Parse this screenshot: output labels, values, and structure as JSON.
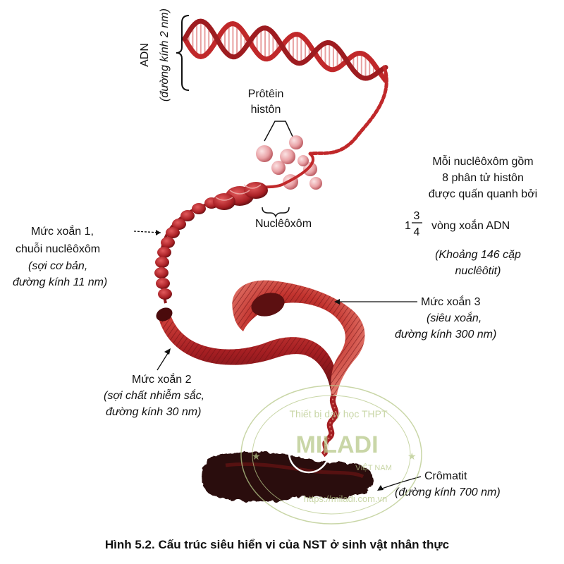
{
  "labels": {
    "adn": "ADN",
    "adn_diameter": "(đường kính 2 nm)",
    "protein_line1": "Prôtêin",
    "protein_line2": "histôn",
    "nucleosome": "Nuclêôxôm",
    "nucleosome_note": {
      "line1": "Mỗi nuclêôxôm gồm",
      "line2": "8 phân tử histôn",
      "line3": "được quấn quanh bởi",
      "whole": "1",
      "frac_num": "3",
      "frac_den": "4",
      "line4_rest": "vòng xoắn ADN",
      "line5": "(Khoảng 146 cặp",
      "line6": "nuclêôtit)"
    },
    "level1": {
      "line1": "Mức xoắn 1,",
      "line2": "chuỗi nuclêôxôm",
      "line3": "(sợi cơ bản,",
      "line4": "đường kính 11 nm)"
    },
    "level2": {
      "line1": "Mức xoắn 2",
      "line2": "(sợi chất nhiễm sắc,",
      "line3": "đường kính 30 nm)"
    },
    "level3": {
      "line1": "Mức xoắn 3",
      "line2": "(siêu xoắn,",
      "line3": "đường kính 300 nm)"
    },
    "chromatid": {
      "line1": "Crômatit",
      "line2": "(đường kính 700 nm)"
    }
  },
  "caption": "Hình 5.2. Cấu trúc siêu hiển vi của NST ở sinh vật nhân thực",
  "watermark": {
    "top": "Thiết bị dạy học THPT",
    "brand": "MILADI",
    "sub": "VIỆT NAM",
    "url": "https://miladi.com.vn"
  },
  "colors": {
    "dna_strand": "#c0282a",
    "dna_rung": "#e8a0a0",
    "fiber": "#b3262a",
    "fiber_dark": "#7a1416",
    "histone": "#e9a2a6",
    "chromatid": "#2a0a0a",
    "watermark": "#b7c98a"
  }
}
